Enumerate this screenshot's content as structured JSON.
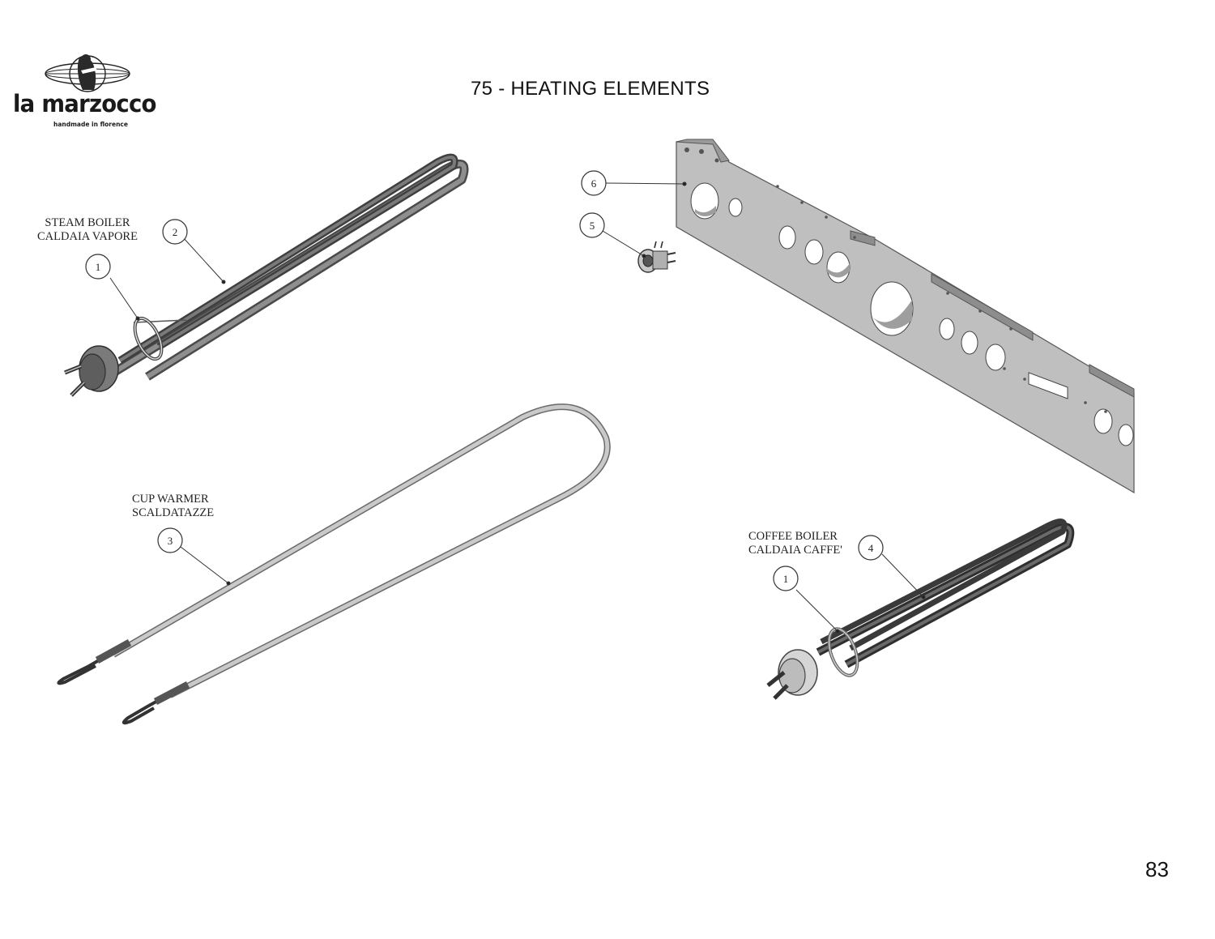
{
  "header": {
    "title": "75 - HEATING ELEMENTS",
    "logo_name": "la marzocco",
    "logo_tagline": "handmade in florence"
  },
  "footer": {
    "page_number": "83"
  },
  "labels": {
    "steam_boiler": [
      "STEAM BOILER",
      "CALDAIA VAPORE"
    ],
    "cup_warmer": [
      "CUP WARMER",
      "SCALDATAZZE"
    ],
    "coffee_boiler": [
      "COFFEE BOILER",
      "CALDAIA CAFFE'"
    ]
  },
  "callouts": [
    "1",
    "2",
    "3",
    "4",
    "5",
    "6",
    "1"
  ]
}
